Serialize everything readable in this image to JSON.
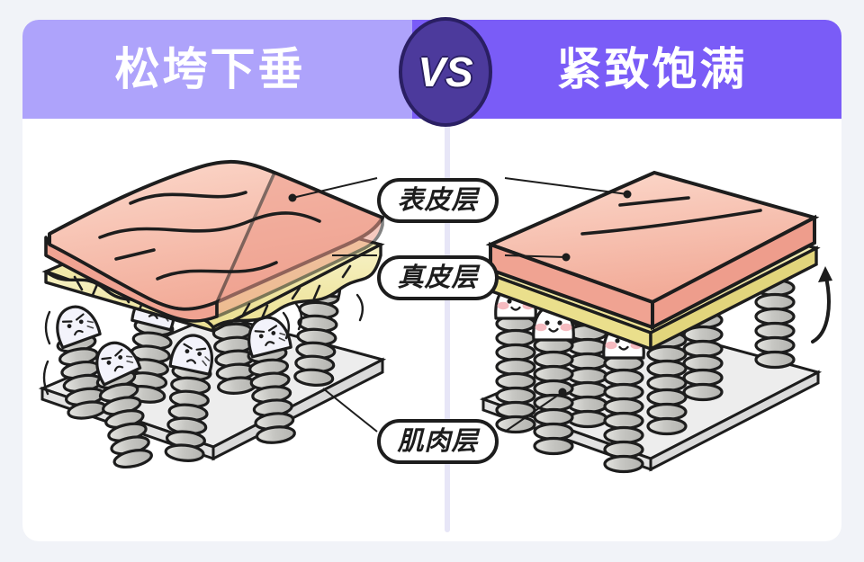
{
  "page": {
    "background_color": "#f1f3f8",
    "card_color": "#ffffff"
  },
  "header": {
    "left": {
      "label": "松垮下垂",
      "background_color": "#aea3fb",
      "text_color": "#ffffff"
    },
    "right": {
      "label": "紧致饱满",
      "background_color": "#7a5cf7",
      "text_color": "#ffffff"
    },
    "vs_badge": {
      "label": "VS",
      "fill_color": "#4c3a9c",
      "border_color": "#2a1f63",
      "text_color": "#ffffff"
    }
  },
  "divider": {
    "color": "#e7e6f7"
  },
  "labels": [
    {
      "id": "epidermis",
      "text": "表皮层",
      "border_color": "#1d1d1d",
      "fill_color": "#ffffff"
    },
    {
      "id": "dermis",
      "text": "真皮层",
      "border_color": "#1d1d1d",
      "fill_color": "#ffffff"
    },
    {
      "id": "muscle",
      "text": "肌肉层",
      "border_color": "#1d1d1d",
      "fill_color": "#ffffff"
    }
  ],
  "diagram": {
    "colors": {
      "epidermis_pink_light": "#fbd6c9",
      "epidermis_pink_dark": "#f4b5a3",
      "dermis_yellow": "#f4eebb",
      "dermis_yellow_dark": "#ece08f",
      "muscle_base": "#ededed",
      "spring_gray": "#c9c9c5",
      "spring_gray_light": "#e2e2de",
      "outline": "#1d1d1d",
      "face_fill": "#ffffff",
      "face_fill_sad": "#f2f2fb",
      "blush": "#f6b7bd"
    },
    "left_model": {
      "state": "sagging",
      "epidermis_shape": "wavy-drooping",
      "dermis_shape": "wavy-crinkled",
      "spring_columns": 7,
      "faces": 7,
      "face_mood": "sad",
      "face_blush": false
    },
    "right_model": {
      "state": "firm",
      "epidermis_shape": "flat",
      "dermis_shape": "flat",
      "spring_columns": 7,
      "faces": 7,
      "face_mood": "happy",
      "face_blush": true,
      "lift_arrow": true
    }
  }
}
